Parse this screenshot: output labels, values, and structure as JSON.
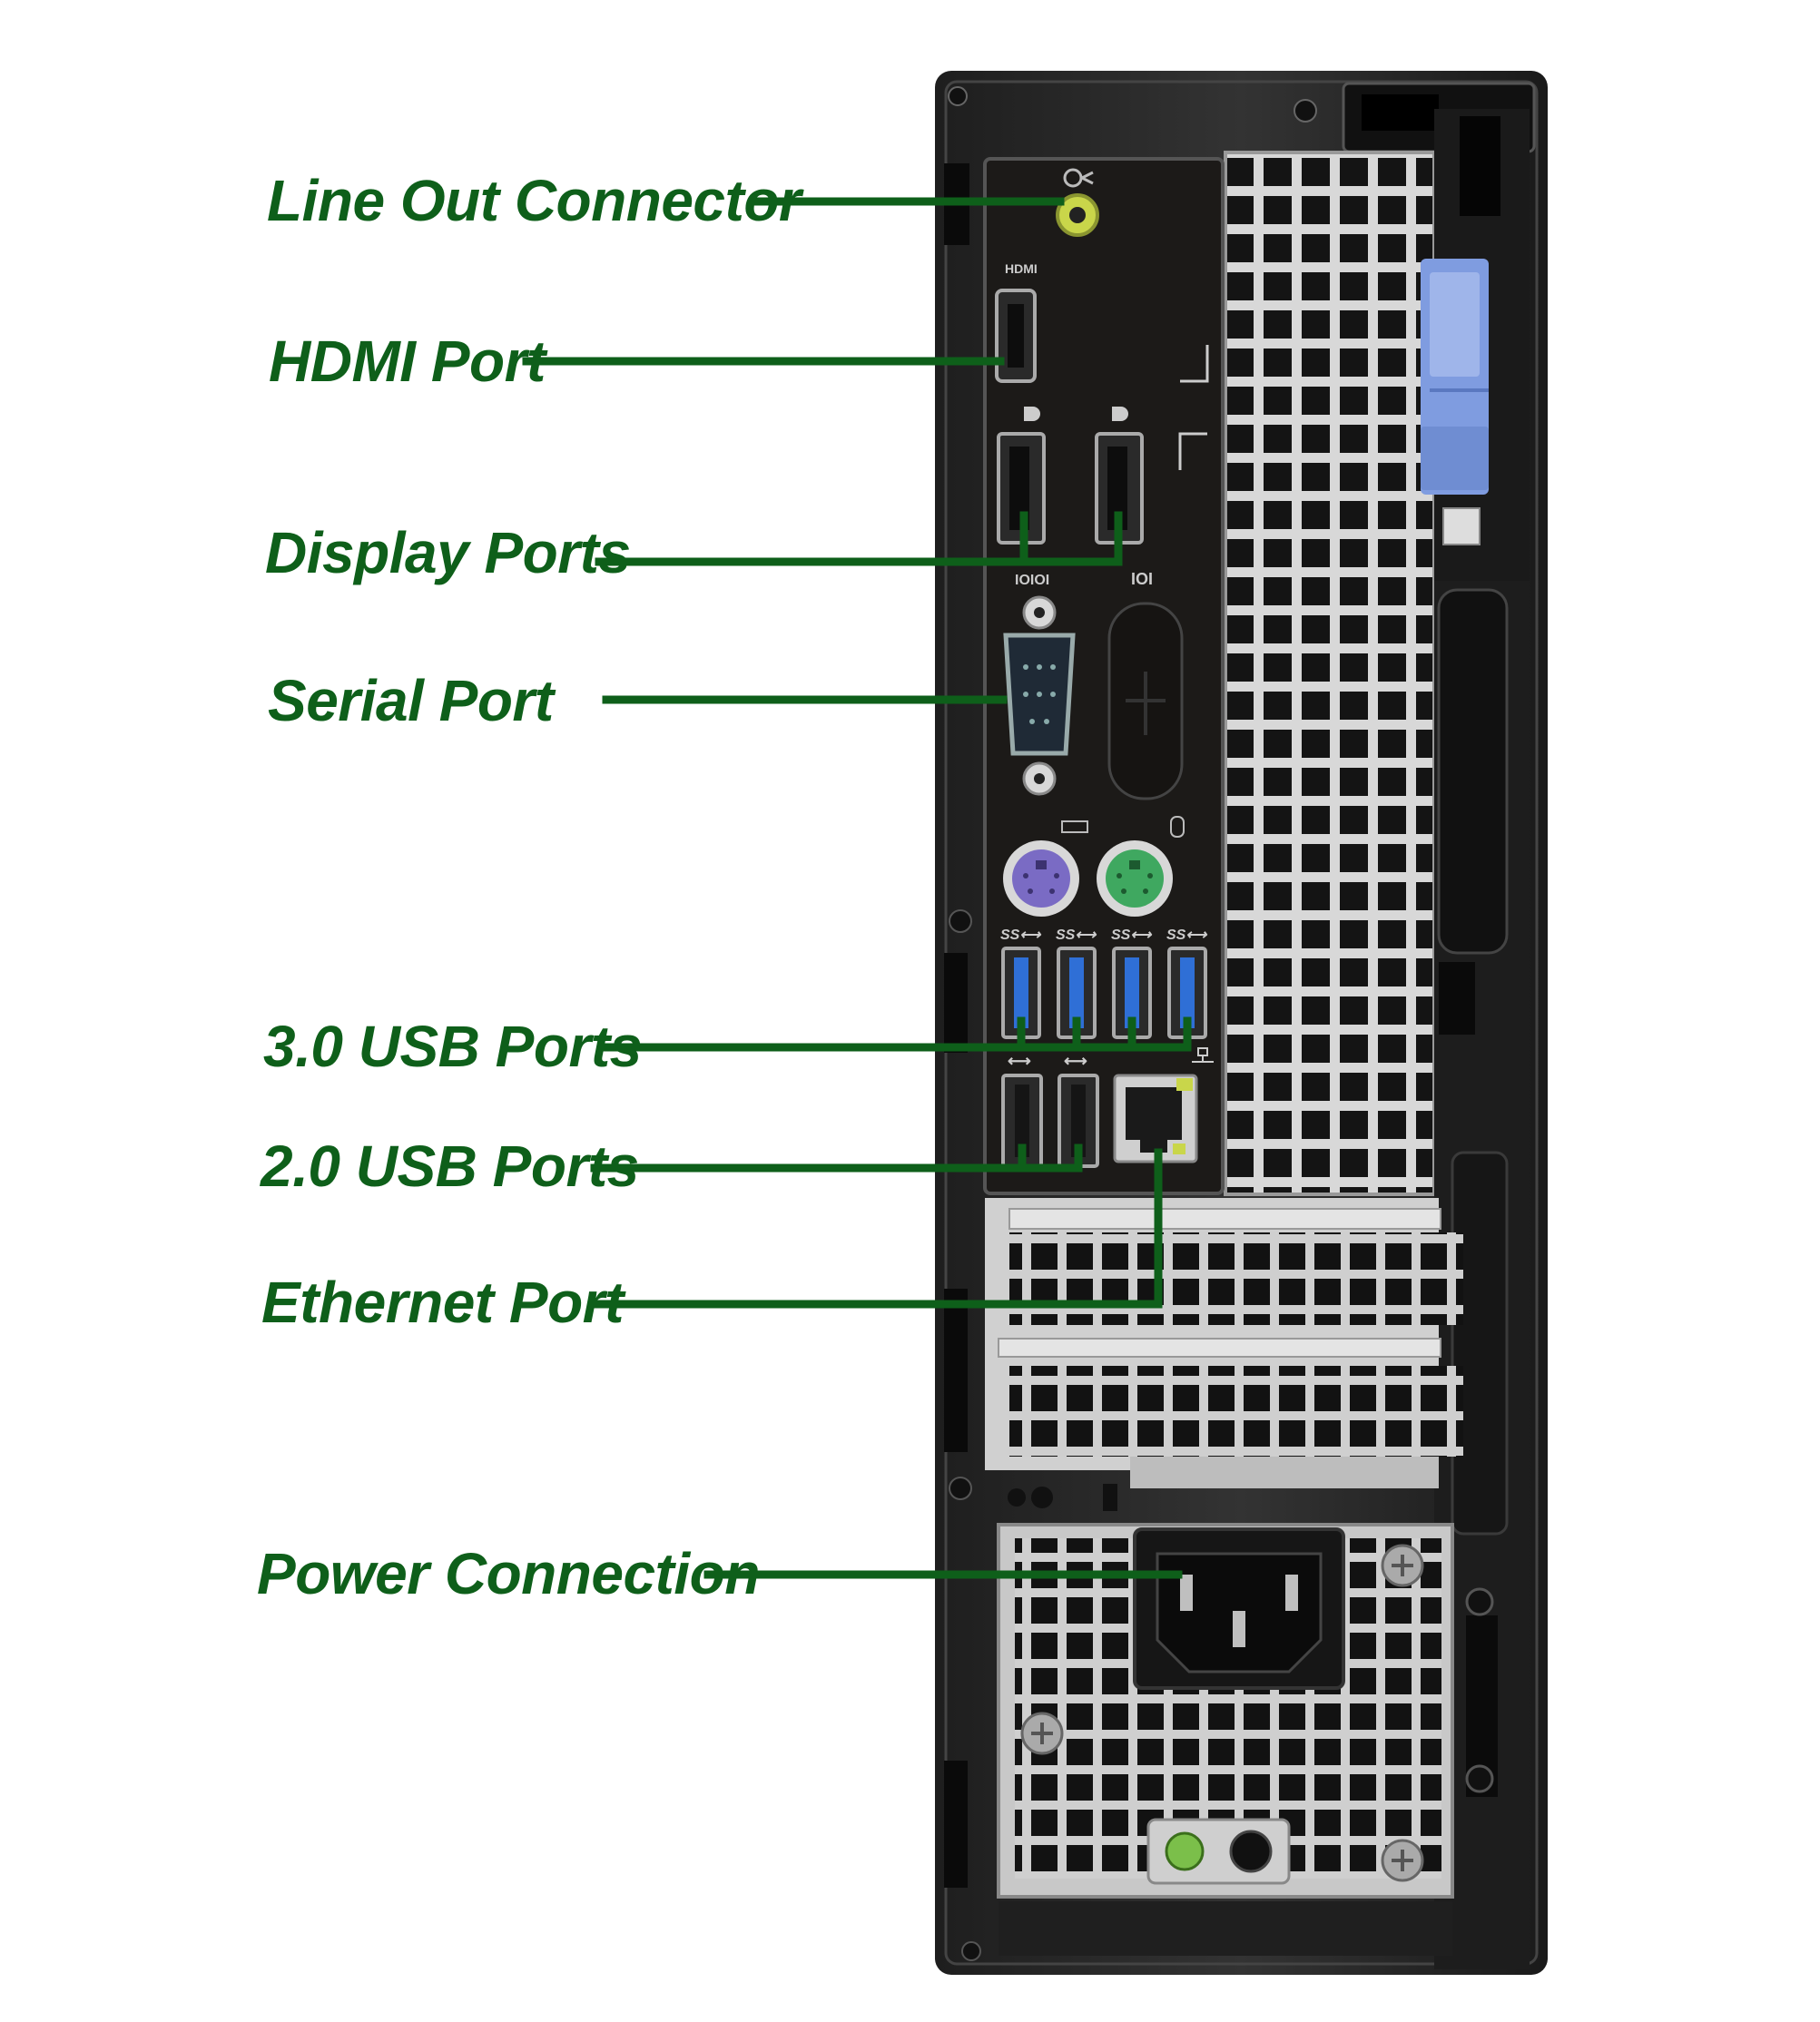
{
  "labels": {
    "line_out": "Line Out Connector",
    "hdmi": "HDMI Port",
    "display_ports": "Display Ports",
    "serial": "Serial Port",
    "usb3": "3.0 USB Ports",
    "usb2": "2.0 USB Ports",
    "ethernet": "Ethernet Port",
    "power": "Power Connection"
  },
  "port_markings": {
    "hdmi": "HDMI",
    "serial": "IOIOI",
    "serial_blank": "IOI",
    "usb3": "SS⟷",
    "usb2": "⟷"
  },
  "colors": {
    "callout": "#0e5f1a",
    "chassis": "#2a2a2a",
    "io_panel": "#1c1a18",
    "grille": "#d6d6d6",
    "vent_hole": "#151515",
    "usb3_tongue": "#2f6fd6",
    "ps2_keyboard": "#7a6bc4",
    "ps2_mouse": "#3fa860",
    "line_out": "#c9d64a",
    "latch": "#7f9ce0"
  },
  "icons": [
    "audio-out-icon",
    "displayport-icon",
    "keyboard-icon",
    "mouse-icon",
    "usb-icon",
    "network-icon"
  ]
}
